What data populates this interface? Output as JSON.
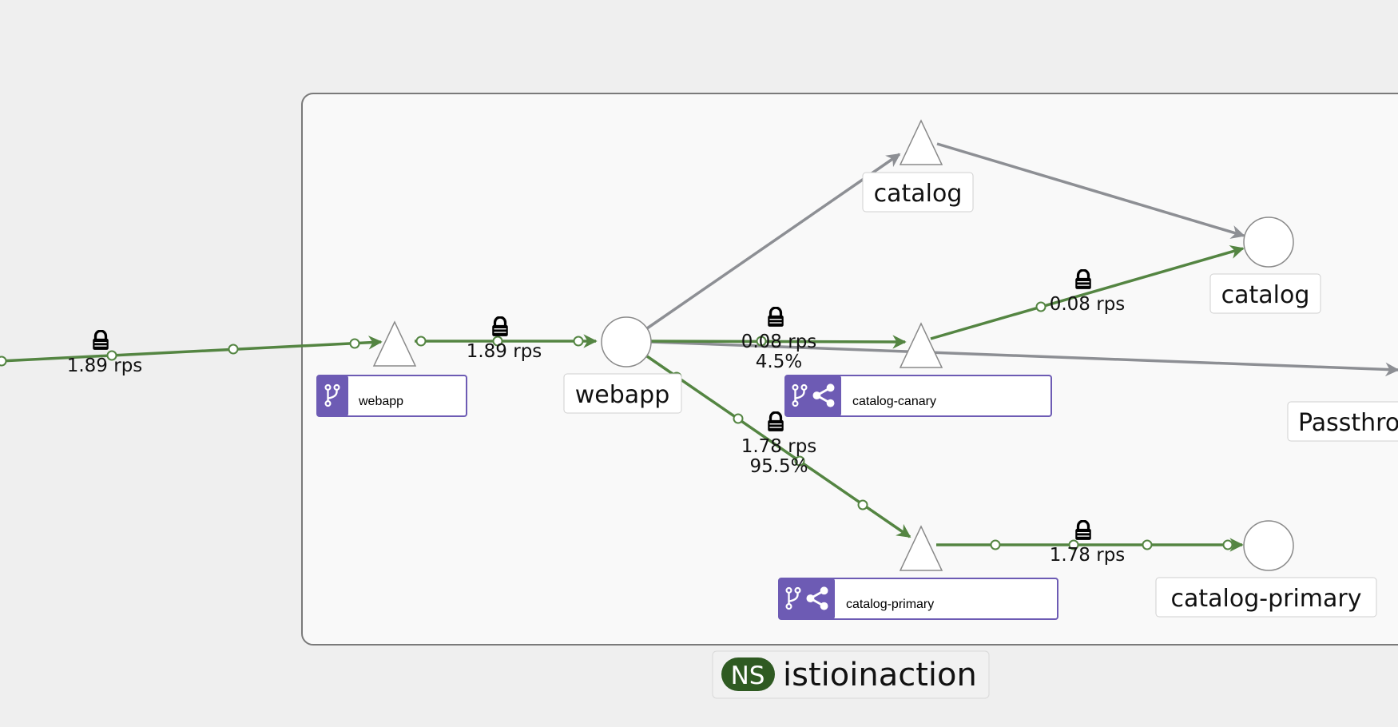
{
  "namespace": {
    "badge": "NS",
    "name": "istioinaction"
  },
  "nodes": {
    "webapp_service": "webapp",
    "webapp_workload": "webapp",
    "catalog_service": "catalog",
    "catalog_workload": "catalog",
    "catalog_canary_version": "catalog-canary",
    "catalog_primary_version": "catalog-primary",
    "catalog_primary_workload": "catalog-primary",
    "passthrough": "Passthro"
  },
  "edges": {
    "ingress_to_webapp": "1.89 rps",
    "webapp_svc_to_workload": "1.89 rps",
    "webapp_to_canary_rps": "0.08 rps",
    "webapp_to_canary_pct": "4.5%",
    "canary_to_catalog": "0.08 rps",
    "webapp_to_primary_rps": "1.78 rps",
    "webapp_to_primary_pct": "95.5%",
    "primary_to_workload": "1.78 rps"
  },
  "icons": {
    "lock": "lock-icon",
    "virtual_service": "branch-icon",
    "virtual_service_share": "share-icon",
    "namespace": "namespace-badge"
  },
  "colors": {
    "traffic_healthy": "#548542",
    "traffic_idle": "#8d8f94",
    "badge_accent": "#6d5bb4",
    "namespace_pill": "#2f5a22",
    "background": "#efefef"
  }
}
